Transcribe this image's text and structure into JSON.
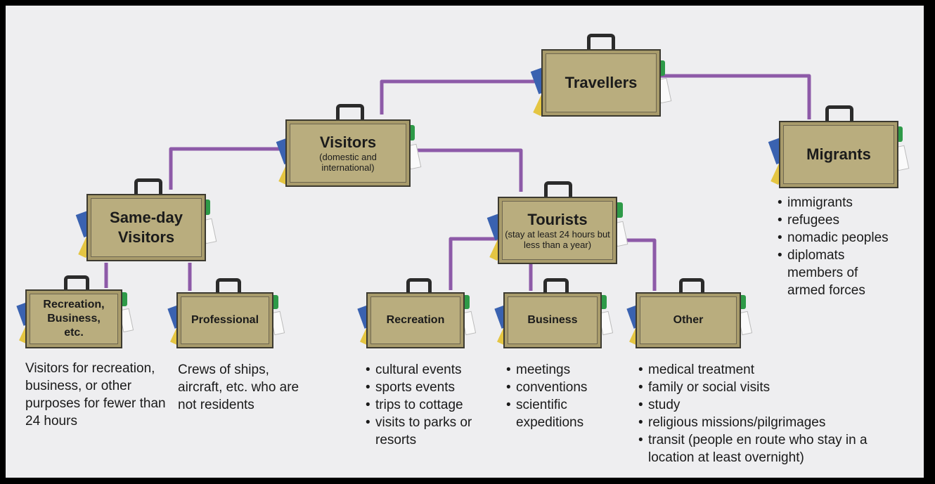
{
  "colors": {
    "connector": "#8d5aa8",
    "case_body": "#b9ad7e",
    "background": "#eeeef0"
  },
  "nodes": {
    "travellers": {
      "title": "Travellers"
    },
    "visitors": {
      "title": "Visitors",
      "sub": "(domestic and international)"
    },
    "migrants": {
      "title": "Migrants"
    },
    "same_day": {
      "title": "Same-day Visitors"
    },
    "tourists": {
      "title": "Tourists",
      "sub": "(stay at least 24 hours but less than a year)"
    },
    "recreation_business": {
      "title": "Recreation, Business, etc."
    },
    "professional": {
      "title": "Professional"
    },
    "recreation": {
      "title": "Recreation"
    },
    "business": {
      "title": "Business"
    },
    "other": {
      "title": "Other"
    }
  },
  "notes": {
    "migrants": [
      "immigrants",
      "refugees",
      "nomadic peoples",
      "diplomats",
      "members of armed forces"
    ],
    "recreation_business": "Visitors for recreation, business, or other purposes for fewer than 24 hours",
    "professional": "Crews of ships, aircraft, etc. who are not residents",
    "recreation": [
      "cultural events",
      "sports events",
      "trips to cottage",
      "visits to parks or resorts"
    ],
    "business": [
      "meetings",
      "conventions",
      "scientific expeditions"
    ],
    "other": [
      "medical treatment",
      "family or social visits",
      "study",
      "religious missions/pilgrimages",
      "transit (people en route who stay in a location at least overnight)"
    ]
  },
  "icons": {
    "suitcase": "suitcase-icon",
    "handle": "handle-icon",
    "bullet": "bullet-icon"
  }
}
